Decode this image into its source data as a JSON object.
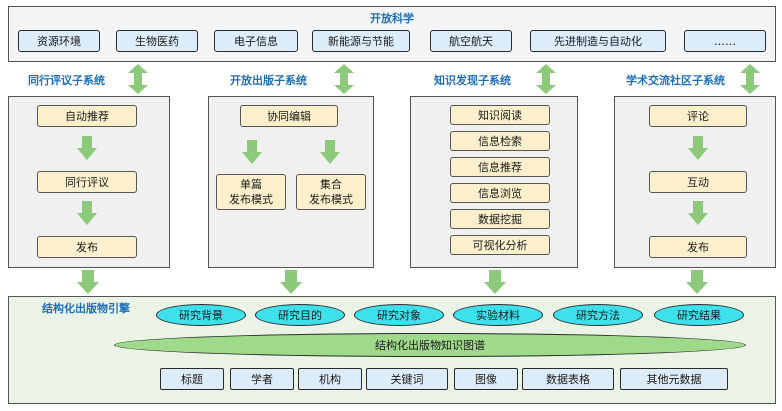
{
  "top": {
    "title": "开放科学",
    "fields": [
      "资源环境",
      "生物医药",
      "电子信息",
      "新能源与节能",
      "航空航天",
      "先进制造与自动化",
      "……"
    ]
  },
  "subsystems": {
    "peer_review": {
      "title": "同行评议子系统",
      "steps": [
        "自动推荐",
        "同行评议",
        "发布"
      ]
    },
    "open_publishing": {
      "title": "开放出版子系统",
      "collab": "协同编辑",
      "modes": [
        {
          "line1": "单篇",
          "line2": "发布模式"
        },
        {
          "line1": "集合",
          "line2": "发布模式"
        }
      ]
    },
    "knowledge_discovery": {
      "title": "知识发现子系统",
      "items": [
        "知识阅读",
        "信息检索",
        "信息推荐",
        "信息浏览",
        "数据挖掘",
        "可视化分析"
      ]
    },
    "community": {
      "title": "学术交流社区子系统",
      "steps": [
        "评论",
        "互动",
        "发布"
      ]
    }
  },
  "engine": {
    "title": "结构化出版物引擎",
    "elements": [
      "研究背景",
      "研究目的",
      "研究对象",
      "实验材料",
      "研究方法",
      "研究结果"
    ],
    "knowledge_graph": "结构化出版物知识图谱",
    "metadata": [
      "标题",
      "学者",
      "机构",
      "关键词",
      "图像",
      "数据表格",
      "其他元数据"
    ]
  },
  "colors": {
    "arrow_green": "#8cc97b",
    "field_blue": "#dcecf9",
    "step_yellow": "#fbf0cb",
    "ellipse_cyan": "#3ee0ec",
    "graph_green": "#9fd98a",
    "title_blue": "#1f6fb8"
  }
}
